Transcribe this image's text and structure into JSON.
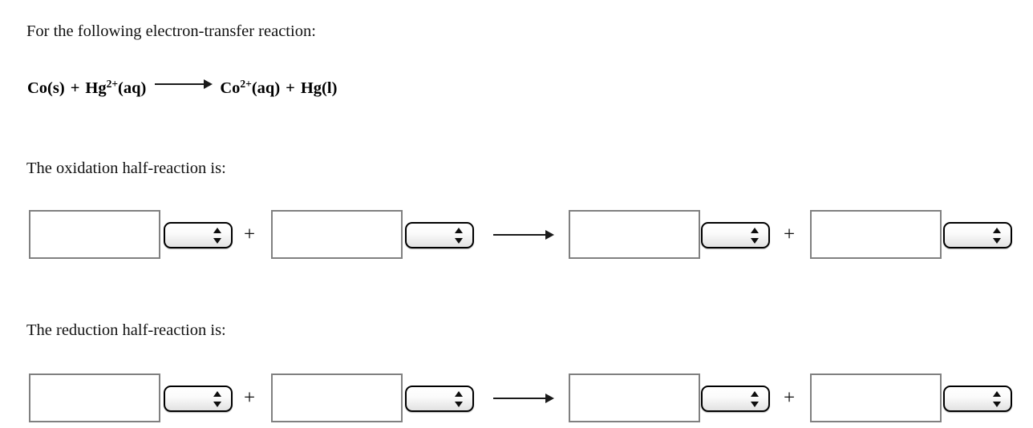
{
  "document": {
    "intro_text": "For the following electron-transfer reaction:",
    "oxidation_prompt": "The oxidation half-reaction is:",
    "reduction_prompt": "The reduction half-reaction is:"
  },
  "equation": {
    "reactant1": "Co(s)",
    "plus1": "+",
    "reactant2_symbol": "Hg",
    "reactant2_charge": "2+",
    "reactant2_state": "(aq)",
    "arrow": "⟶",
    "product1_symbol": "Co",
    "product1_charge": "2+",
    "product1_state": "(aq)",
    "plus2": "+",
    "product2": "Hg(l)"
  },
  "oxidation_row": {
    "label": "oxidation",
    "operator_plus_left": "+",
    "operator_plus_right": "+",
    "arrow": "⟶",
    "fields": [
      {
        "name": "coefficient-1",
        "value": "",
        "placeholder": ""
      },
      {
        "name": "coefficient-2",
        "value": "",
        "placeholder": ""
      },
      {
        "name": "coefficient-3",
        "value": "",
        "placeholder": ""
      },
      {
        "name": "coefficient-4",
        "value": "",
        "placeholder": ""
      }
    ],
    "selects": [
      {
        "name": "species-1",
        "value": ""
      },
      {
        "name": "species-2",
        "value": ""
      },
      {
        "name": "species-3",
        "value": ""
      },
      {
        "name": "species-4",
        "value": ""
      }
    ]
  },
  "reduction_row": {
    "label": "reduction",
    "operator_plus_left": "+",
    "operator_plus_right": "+",
    "arrow": "⟶",
    "fields": [
      {
        "name": "coefficient-1",
        "value": "",
        "placeholder": ""
      },
      {
        "name": "coefficient-2",
        "value": "",
        "placeholder": ""
      },
      {
        "name": "coefficient-3",
        "value": "",
        "placeholder": ""
      },
      {
        "name": "coefficient-4",
        "value": "",
        "placeholder": ""
      }
    ],
    "selects": [
      {
        "name": "species-1",
        "value": ""
      },
      {
        "name": "species-2",
        "value": ""
      },
      {
        "name": "species-3",
        "value": ""
      },
      {
        "name": "species-4",
        "value": ""
      }
    ]
  },
  "colors": {
    "text": "#111111",
    "box_border": "#808080",
    "select_border": "#000000",
    "background": "#ffffff"
  }
}
